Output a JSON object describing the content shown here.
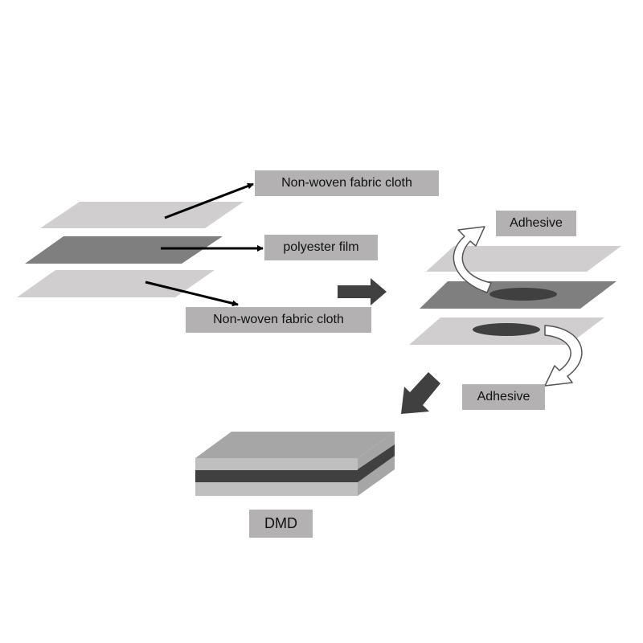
{
  "labels": {
    "nonwoven_top": "Non-woven fabric cloth",
    "polyester_film": "polyester film",
    "nonwoven_bottom": "Non-woven fabric cloth",
    "adhesive_top": "Adhesive",
    "adhesive_bottom": "Adhesive",
    "product": "DMD"
  },
  "colors": {
    "fabric_layer": "#d0cece",
    "film_layer": "#7f7f7f",
    "adhesive_spot": "#404040",
    "label_bg": "#b3b1b1",
    "arrow": "#404040",
    "leader_line": "#000000",
    "curved_arrow": "#ffffff"
  }
}
